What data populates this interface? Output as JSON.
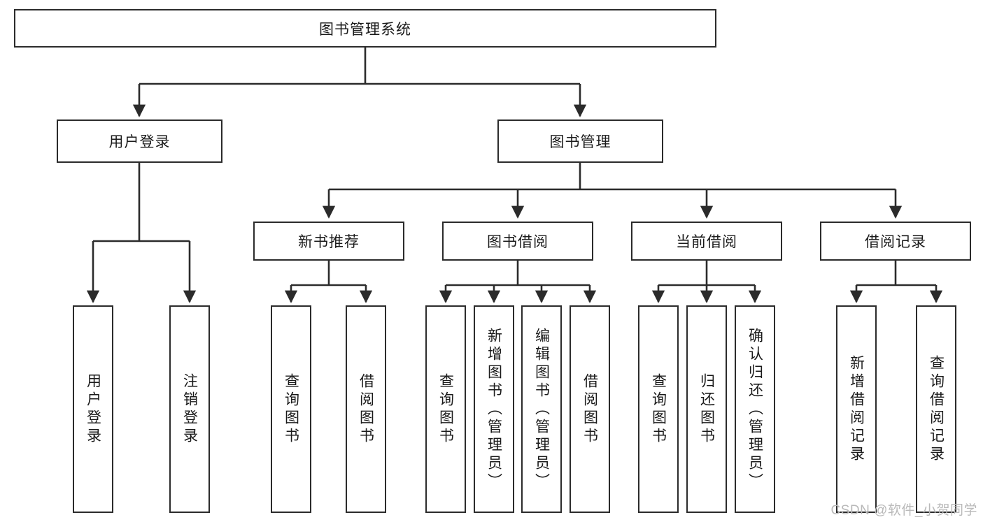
{
  "diagram": {
    "type": "tree-hierarchy",
    "title": "图书管理系统",
    "root": {
      "id": "root",
      "label": "图书管理系统"
    },
    "level1": [
      {
        "id": "user-login",
        "label": "用户登录"
      },
      {
        "id": "book-manage",
        "label": "图书管理"
      }
    ],
    "level2": [
      {
        "id": "new-book-rec",
        "label": "新书推荐",
        "parent": "book-manage"
      },
      {
        "id": "book-borrow",
        "label": "图书借阅",
        "parent": "book-manage"
      },
      {
        "id": "current-borrow",
        "label": "当前借阅",
        "parent": "book-manage"
      },
      {
        "id": "borrow-record",
        "label": "借阅记录",
        "parent": "book-manage"
      }
    ],
    "leaves": [
      {
        "id": "leaf-user-login",
        "label": "用户登录",
        "parent": "user-login"
      },
      {
        "id": "leaf-logout",
        "label": "注销登录",
        "parent": "user-login"
      },
      {
        "id": "leaf-query-book-1",
        "label": "查询图书",
        "parent": "new-book-rec"
      },
      {
        "id": "leaf-borrow-book-1",
        "label": "借阅图书",
        "parent": "new-book-rec"
      },
      {
        "id": "leaf-query-book-2",
        "label": "查询图书",
        "parent": "book-borrow"
      },
      {
        "id": "leaf-add-book",
        "label": "新增图书（管理员）",
        "parent": "book-borrow"
      },
      {
        "id": "leaf-edit-book",
        "label": "编辑图书（管理员）",
        "parent": "book-borrow"
      },
      {
        "id": "leaf-borrow-book-2",
        "label": "借阅图书",
        "parent": "book-borrow"
      },
      {
        "id": "leaf-query-book-3",
        "label": "查询图书",
        "parent": "current-borrow"
      },
      {
        "id": "leaf-return-book",
        "label": "归还图书",
        "parent": "current-borrow"
      },
      {
        "id": "leaf-confirm-return",
        "label": "确认归还（管理员）",
        "parent": "current-borrow"
      },
      {
        "id": "leaf-add-record",
        "label": "新增借阅记录",
        "parent": "borrow-record"
      },
      {
        "id": "leaf-query-record",
        "label": "查询借阅记录",
        "parent": "borrow-record"
      }
    ],
    "colors": {
      "stroke": "#2b2b2b",
      "fill": "#ffffff",
      "text": "#1a1a1a",
      "watermark": "#b9b9b9"
    }
  },
  "watermark": {
    "text": "CSDN @软件_小贺同学"
  }
}
